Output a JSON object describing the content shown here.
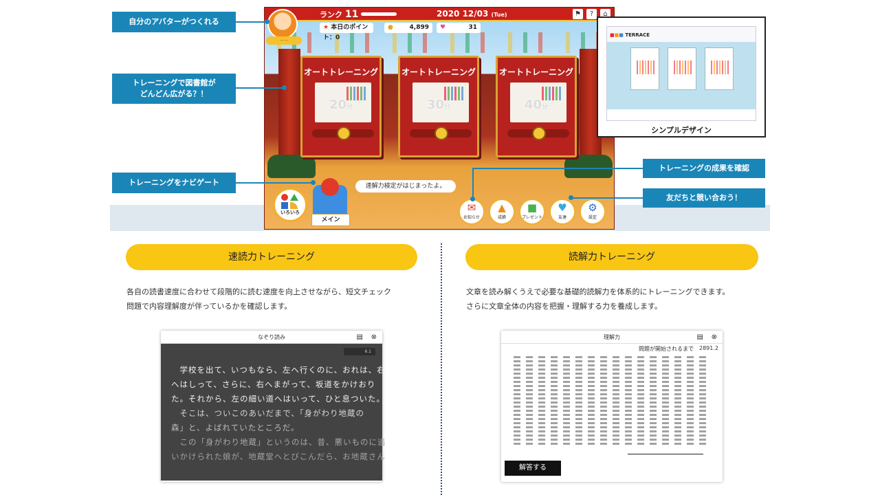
{
  "callouts": {
    "avatar": "自分のアバターがつくれる",
    "library_1": "トレーニングで図書館が",
    "library_2": "どんどん広がる？！",
    "navigate": "トレーニングをナビゲート",
    "results": "トレーニングの成果を確認",
    "friends": "友だちと競い合おう！"
  },
  "game": {
    "rank_label": "ランク",
    "rank_value": "11",
    "date": "2020 12/03",
    "weekday": "(Tue)",
    "points_label": "本日のポイント：0",
    "coins": "4,899",
    "hearts": "31",
    "books": [
      {
        "title": "オートトレーニング",
        "minutes": "20",
        "unit": "分"
      },
      {
        "title": "オートトレーニング",
        "minutes": "30",
        "unit": "分"
      },
      {
        "title": "オートトレーニング",
        "minutes": "40",
        "unit": "分"
      }
    ],
    "speech": "速解力検定がはじまったよ。",
    "iroiro": "いろいろ",
    "main_tab": "メイン",
    "nav_buttons": [
      {
        "label": "お知らせ",
        "icon": "message-icon",
        "glyph": "✉",
        "color": "#d83a2a"
      },
      {
        "label": "成績",
        "icon": "graduation-cap-icon",
        "glyph": "🎓",
        "color": "#f08a1e"
      },
      {
        "label": "プレゼント",
        "icon": "gift-icon",
        "glyph": "🎁",
        "color": "#4caf50"
      },
      {
        "label": "友達",
        "icon": "heart-icon",
        "glyph": "♥",
        "color": "#3aa8d8"
      },
      {
        "label": "設定",
        "icon": "gear-icon",
        "glyph": "⚙",
        "color": "#2d6ec9"
      }
    ]
  },
  "inset": {
    "logo": "TERRACE",
    "caption": "シンプルデザイン"
  },
  "sections": {
    "left": {
      "title": "速読力トレーニング",
      "desc_1": "各自の読書速度に合わせて段階的に読む速度を向上させながら、短文チェック",
      "desc_2": "問題で内容理解度が伴っているかを確認します。",
      "reader_title": "なぞり読み",
      "timer": "6.1",
      "lines": [
        "　学校を出て、いつもなら、左へ行くのに、おれは、右",
        "へはしって、さらに、右へまがって、坂道をかけおり",
        "た。それから、左の細い道へはいって、ひと息ついた。",
        "　そこは、ついこのあいだまで、「身がわり地蔵の",
        "森」と、よばれていたところだ。",
        "　この「身がわり地蔵」というのは、昔、悪いものに追",
        "いかけられた娘が、地蔵堂へとびこんだら、お地蔵さん"
      ]
    },
    "right": {
      "title": "読解力トレーニング",
      "desc_1": "文章を読み解くうえで必要な基礎的読解力を体系的にトレーニングできます。",
      "desc_2": "さらに文章全体の内容を把握・理解する力を養成します。",
      "reader_title": "理解力",
      "timer_label": "問題が開始されるまで",
      "timer_value": "2891.2",
      "answer": "解答する"
    }
  }
}
